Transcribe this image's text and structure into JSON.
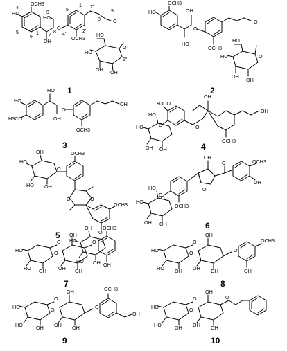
{
  "compounds": [
    {
      "number": "1",
      "labels": [
        "OCH3",
        "HO",
        "OH",
        "HO",
        "OH",
        "OH",
        "OH",
        "O",
        "O",
        "O",
        "OCH3"
      ],
      "locants": [
        "4",
        "5",
        "6",
        "1",
        "7",
        "8",
        "9",
        "1'",
        "2'",
        "4'",
        "5'",
        "7'",
        "8'",
        "9'",
        "1\""
      ]
    },
    {
      "number": "2",
      "labels": [
        "OCH3",
        "HO",
        "HO",
        "OH",
        "O",
        "O",
        "OCH3",
        "O",
        "OH",
        "HO",
        "OH",
        "OH"
      ]
    },
    {
      "number": "3",
      "labels": [
        "HO",
        "H3CO",
        "HO",
        "OH",
        "O",
        "OCH3",
        "OH"
      ]
    },
    {
      "number": "4",
      "labels": [
        "H3CO",
        "OH",
        "O",
        "O",
        "OH",
        "HO",
        "OH",
        "HO",
        "OCH3",
        "OH"
      ]
    },
    {
      "number": "5",
      "labels": [
        "OCH3",
        "HO",
        "OH",
        "HO",
        "OH",
        "O",
        "O",
        "O",
        "O",
        "OCH3",
        "HO",
        "HO",
        "OH",
        "OH"
      ]
    },
    {
      "number": "6",
      "labels": [
        "OH",
        "O",
        "OCH3",
        "OH",
        "O",
        "OCH3",
        "HO",
        "OH",
        "HO",
        "OH",
        "O",
        "O"
      ]
    },
    {
      "number": "7",
      "labels": [
        "OCH3",
        "O",
        "O",
        "O",
        "HO",
        "OH",
        "OH",
        "HO",
        "OH",
        "OH",
        "OH"
      ]
    },
    {
      "number": "8",
      "labels": [
        "OCH3",
        "O",
        "O",
        "O",
        "HO",
        "OH",
        "HO",
        "OH",
        "OH",
        "OH",
        "OH"
      ]
    },
    {
      "number": "9",
      "labels": [
        "OCH3",
        "O",
        "O",
        "O",
        "HO",
        "OH",
        "HO",
        "OH",
        "OH",
        "OH",
        "OH"
      ]
    },
    {
      "number": "10",
      "labels": [
        "O",
        "O",
        "O",
        "HO",
        "OH",
        "HO",
        "OH",
        "OH",
        "OH"
      ]
    }
  ]
}
